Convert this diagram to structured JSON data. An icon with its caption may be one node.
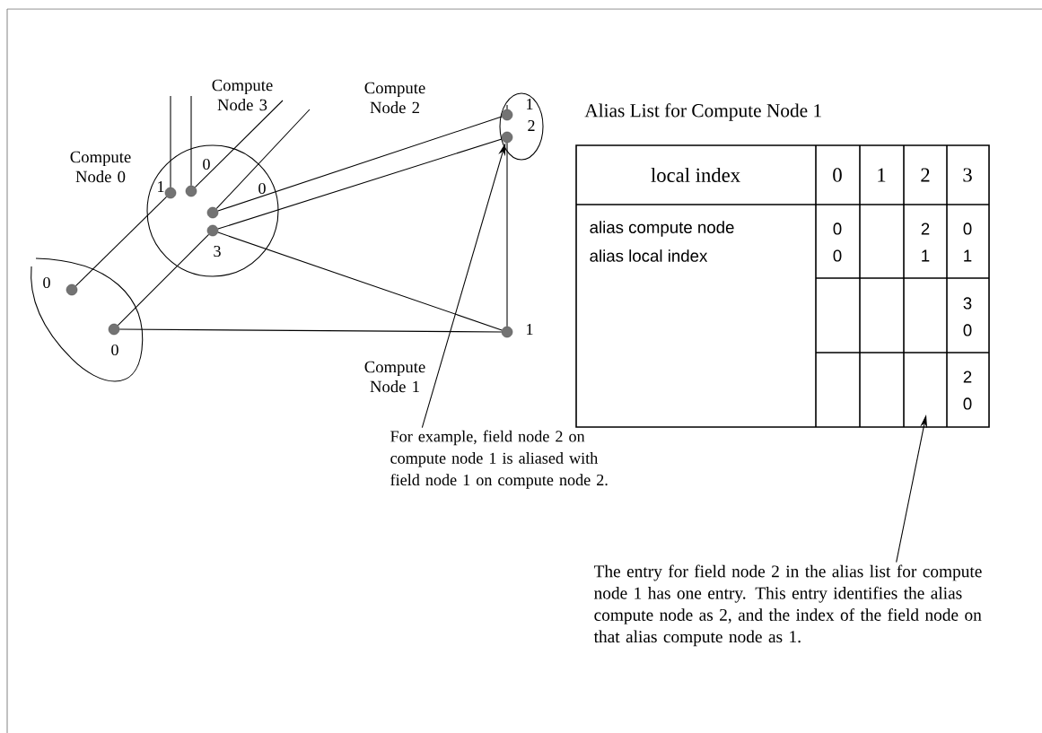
{
  "diagram": {
    "title": "Alias List for Compute Node 1",
    "nodes": [
      {
        "text": [],
        "shape": "circle",
        "beside": [
          "0"
        ]
      },
      {
        "text": [],
        "shape": "circle",
        "beside": [
          "0"
        ]
      },
      {
        "text": [],
        "shape": "circle",
        "beside": [
          "1"
        ]
      },
      {
        "text": [],
        "shape": "circle",
        "beside": [
          "0"
        ]
      },
      {
        "text": [],
        "shape": "circle",
        "beside": [
          "0"
        ]
      },
      {
        "text": [],
        "shape": "circle",
        "beside": [
          "3"
        ]
      },
      {
        "text": [],
        "shape": "circle",
        "beside": [
          "1"
        ]
      },
      {
        "text": [],
        "shape": "circle",
        "beside": [
          "2"
        ]
      },
      {
        "text": [],
        "shape": "circle",
        "beside": [
          "1"
        ]
      },
      {
        "text": [
          "For example, field node 2 on compute node 1 is aliased with field node 1 on compute node 2."
        ]
      },
      {
        "text": [
          "The entry for field node 2 in the alias list for compute node 1 has one entry. This entry identifies the alias compute node as 2, and the index of the field node on that alias compute node as 1."
        ]
      }
    ],
    "edges": [
      {
        "from": 0,
        "to": 2,
        "arrow": "none"
      },
      {
        "from": 1,
        "to": 5,
        "arrow": "none"
      },
      {
        "from": 1,
        "to": 8,
        "arrow": "none"
      },
      {
        "from": 5,
        "to": 8,
        "arrow": "none"
      },
      {
        "from": 8,
        "to": 7,
        "arrow": "none"
      },
      {
        "from": 5,
        "to": 7,
        "arrow": "none"
      },
      {
        "from": 4,
        "to": 6,
        "arrow": "none"
      },
      {
        "from": 2,
        "to": null,
        "arrow": "none"
      },
      {
        "from": 3,
        "to": null,
        "arrow": "none"
      },
      {
        "from": 3,
        "to": null,
        "arrow": "none"
      },
      {
        "from": 4,
        "to": null,
        "arrow": "none"
      },
      {
        "from": 6,
        "to": null,
        "arrow": "none"
      },
      {
        "from": 9,
        "to": 7,
        "arrow": "to"
      },
      {
        "from": 10,
        "to": null,
        "arrow": "to"
      }
    ],
    "labels": [
      "Compute Node 0",
      "Compute Node 3",
      "Compute Node 2",
      "Compute Node 1",
      "local index",
      "0",
      "1",
      "2",
      "3",
      "alias compute node",
      "0",
      "2",
      "0",
      "alias local index",
      "0",
      "1",
      "1",
      "3",
      "0",
      "2",
      "0"
    ]
  }
}
